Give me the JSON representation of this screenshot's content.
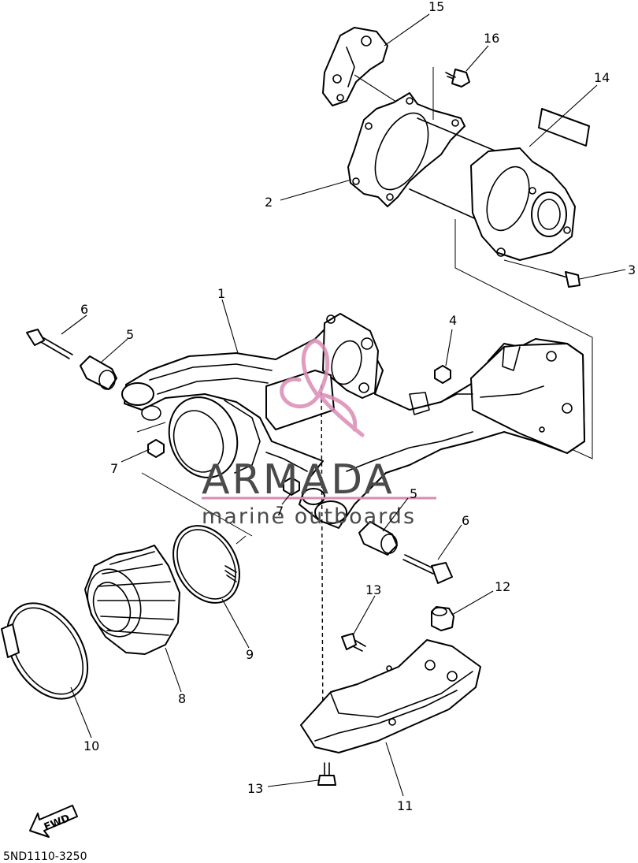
{
  "diagram": {
    "drawing_code": "5ND1110-3250",
    "fwd_label": "FWD",
    "callouts": {
      "c1": "1",
      "c2": "2",
      "c3": "3",
      "c4": "4",
      "c5a": "5",
      "c5b": "5",
      "c6a": "6",
      "c6b": "6",
      "c7a": "7",
      "c7b": "7",
      "c8": "8",
      "c9": "9",
      "c10": "10",
      "c11": "11",
      "c12": "12",
      "c13a": "13",
      "c13b": "13",
      "c14": "14",
      "c15": "15",
      "c16": "16"
    }
  },
  "watermark": {
    "brand": "ARMADA",
    "tagline": "marine outboards",
    "logo_color": "#d98bb4"
  }
}
